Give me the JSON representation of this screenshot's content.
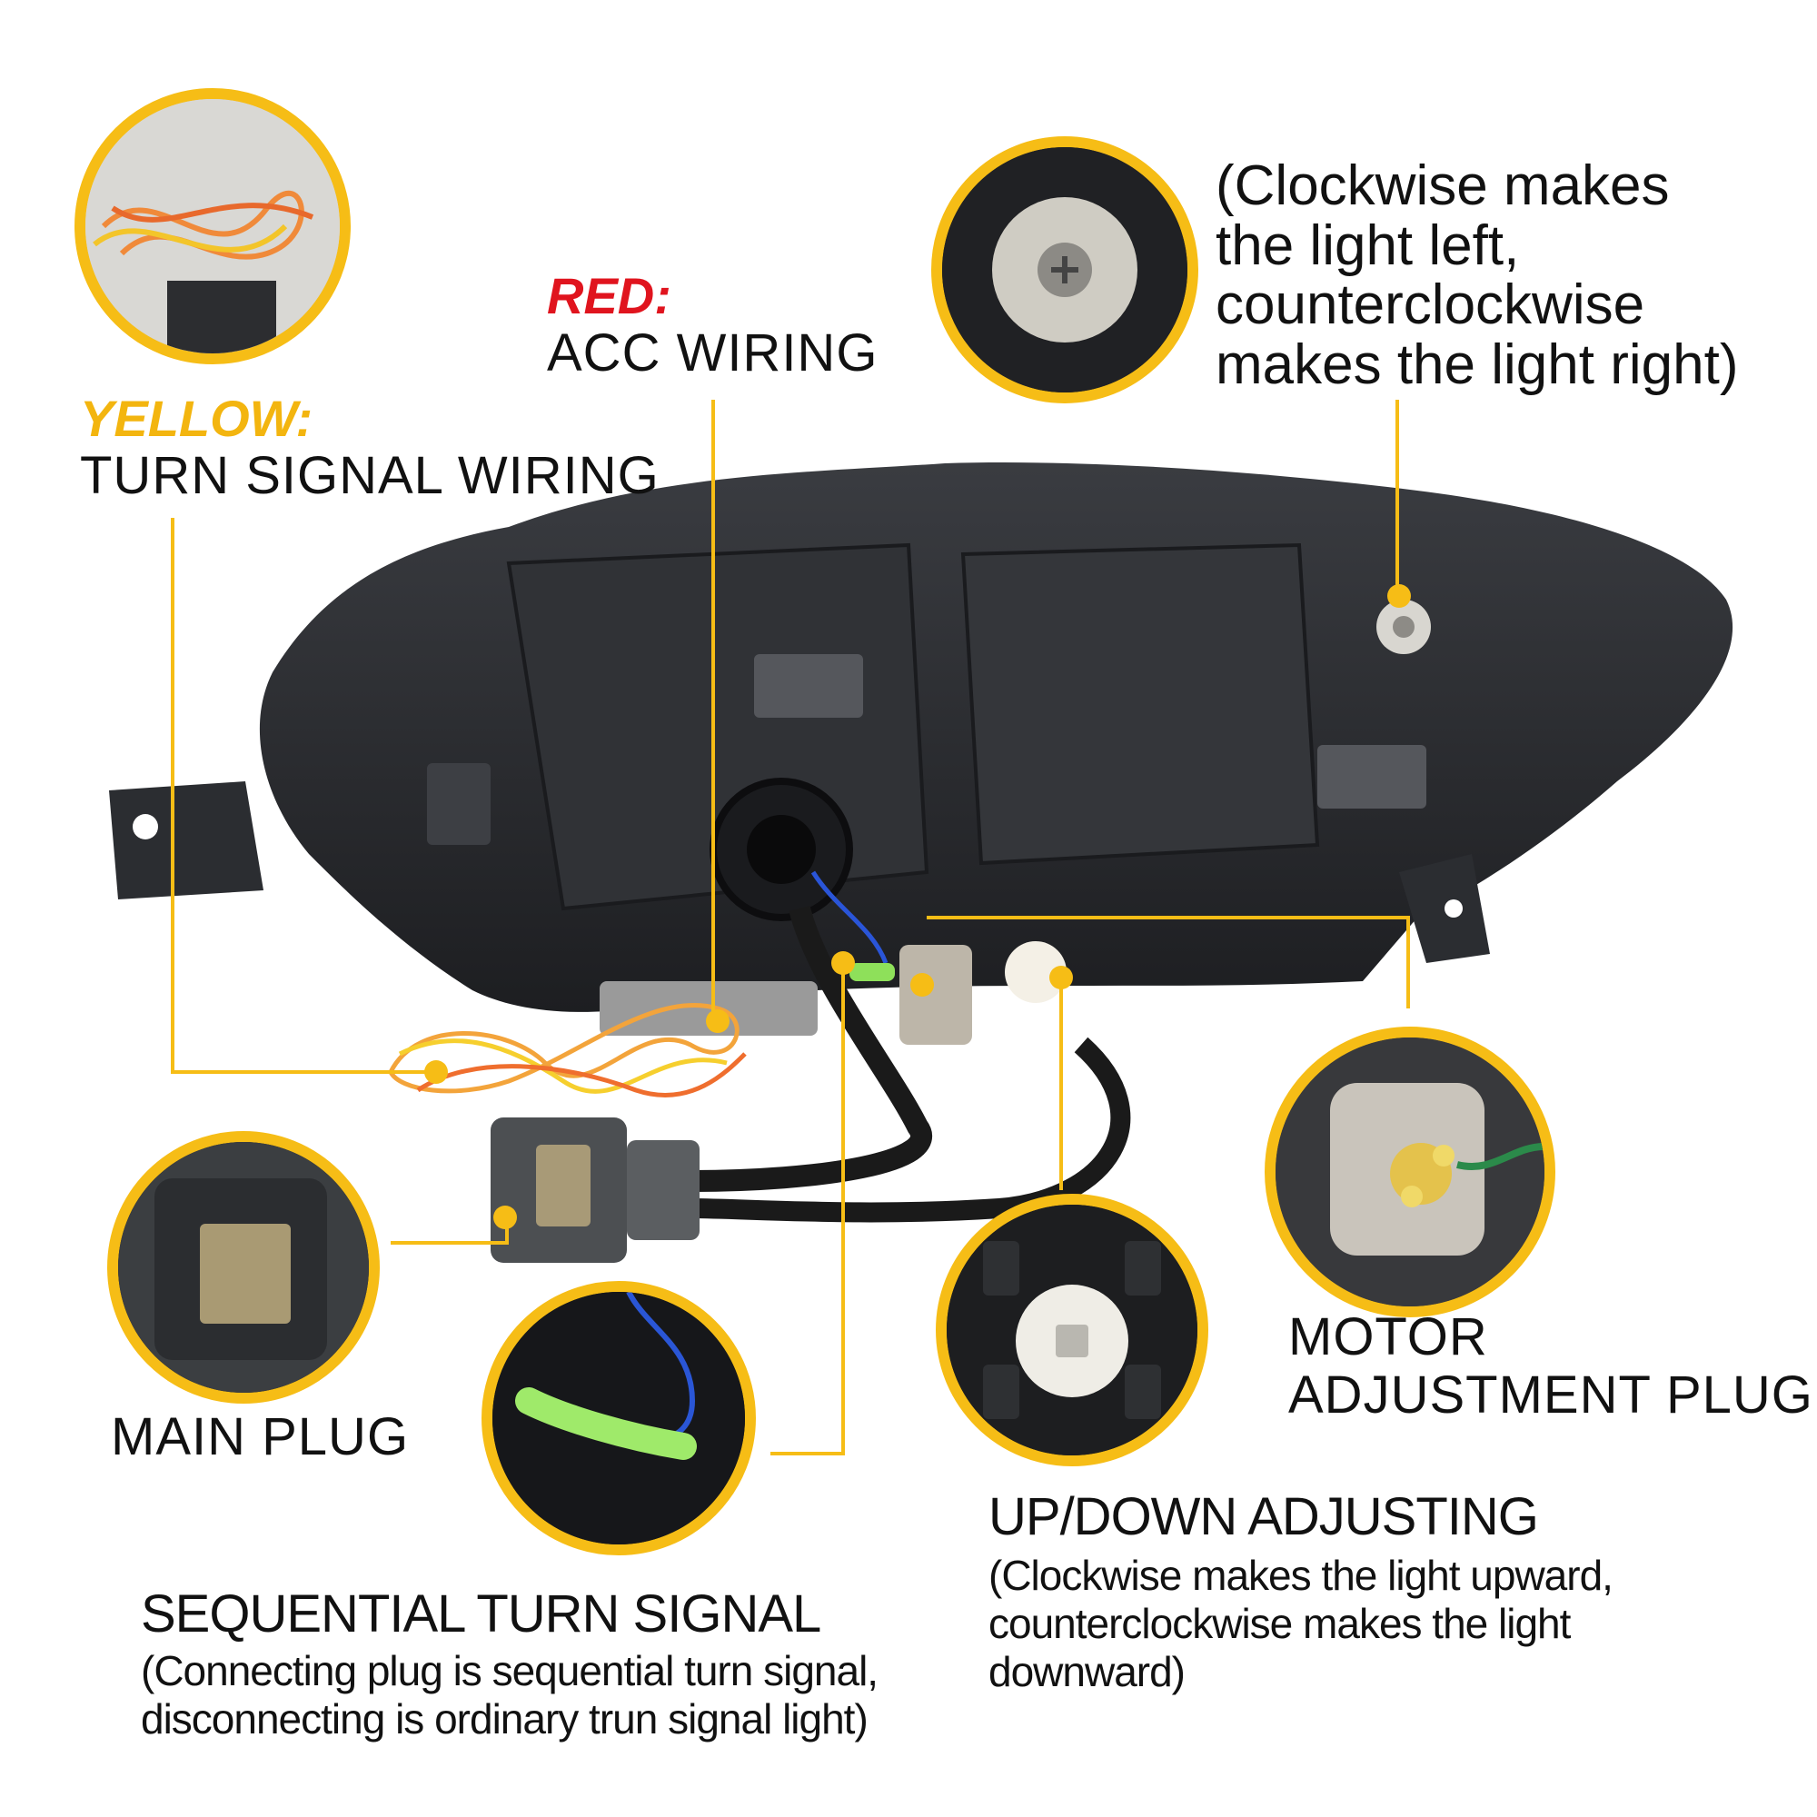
{
  "callouts": {
    "turn_signal": {
      "color_label": "YELLOW:",
      "label": "TURN SIGNAL WIRING"
    },
    "acc": {
      "color_label": "RED:",
      "label": "ACC WIRING"
    },
    "horizontal": {
      "note": [
        "(Clockwise makes",
        "the light left,",
        "counterclockwise",
        "makes the light right)"
      ]
    },
    "main_plug": {
      "label": "MAIN PLUG"
    },
    "motor": {
      "label": [
        "MOTOR",
        "ADJUSTMENT PLUG"
      ]
    },
    "vertical": {
      "label": "UP/DOWN ADJUSTING",
      "note": [
        "(Clockwise makes the light upward,",
        "counterclockwise makes the light",
        "downward)"
      ]
    },
    "sequential": {
      "label": "SEQUENTIAL TURN SIGNAL",
      "note": [
        "(Connecting plug is sequential turn signal,",
        "disconnecting is ordinary trun signal light)"
      ]
    }
  },
  "colors": {
    "accent": "#f6bd16",
    "yellow_label": "#f3b50f",
    "red_label": "#e0141e",
    "housing": "#27292d"
  }
}
